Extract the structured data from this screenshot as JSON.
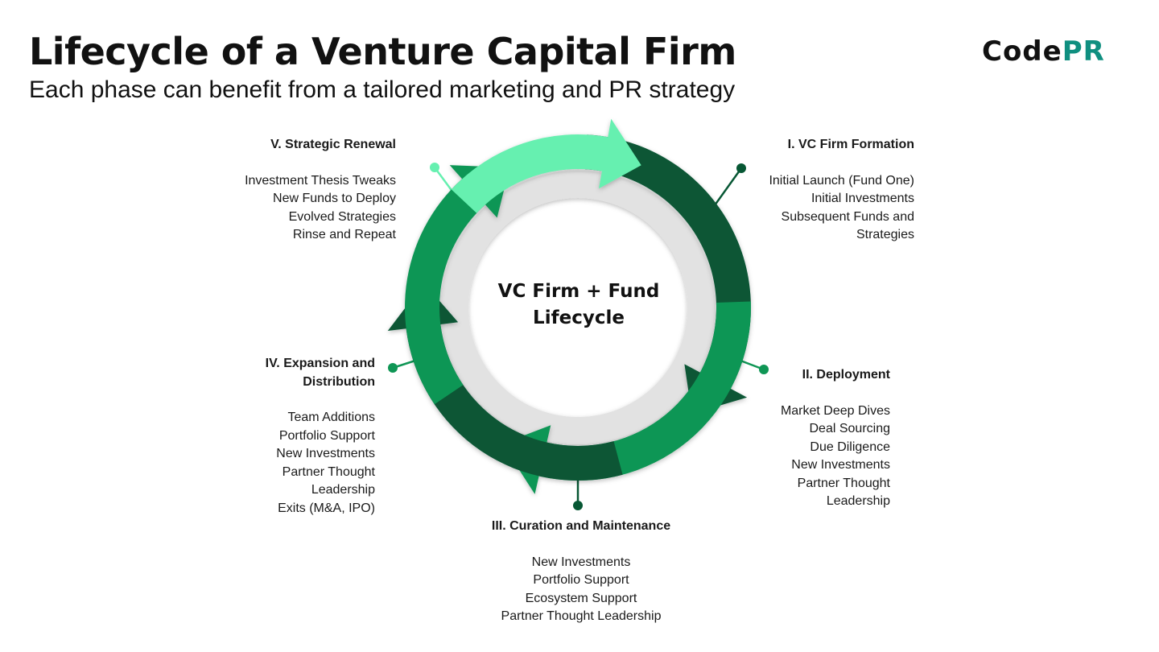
{
  "title": "Lifecycle of a Venture Capital Firm",
  "subtitle": "Each phase can benefit from a tailored marketing and PR strategy",
  "logo": {
    "part1": "Code",
    "part2": "PR",
    "color_part1": "#111111",
    "color_part2": "#0f8f80"
  },
  "center_label": "VC Firm + Fund Lifecycle",
  "colors": {
    "dark_green": "#075734",
    "medium_green": "#0f9655",
    "light_green": "#66f0b0",
    "ring_gray": "#e2e2e2"
  },
  "phases": [
    {
      "title": "I. VC Firm Formation",
      "items": [
        "Initial Launch (Fund One)",
        "Initial Investments",
        "Subsequent Funds and",
        "Strategies"
      ]
    },
    {
      "title": "II. Deployment",
      "items": [
        "Market Deep Dives",
        "Deal Sourcing",
        "Due Diligence",
        "New Investments",
        "Partner Thought",
        "Leadership"
      ]
    },
    {
      "title": "III. Curation and Maintenance",
      "items": [
        "New Investments",
        "Portfolio Support",
        "Ecosystem Support",
        "Partner Thought Leadership"
      ]
    },
    {
      "title_lines": [
        "IV. Expansion and",
        "Distribution"
      ],
      "items": [
        "Team Additions",
        "Portfolio Support",
        "New Investments",
        "Partner Thought",
        "Leadership",
        "Exits (M&A, IPO)"
      ]
    },
    {
      "title": "V. Strategic Renewal",
      "items": [
        "Investment Thesis Tweaks",
        "New Funds to Deploy",
        "Evolved Strategies",
        "Rinse and Repeat"
      ]
    }
  ]
}
